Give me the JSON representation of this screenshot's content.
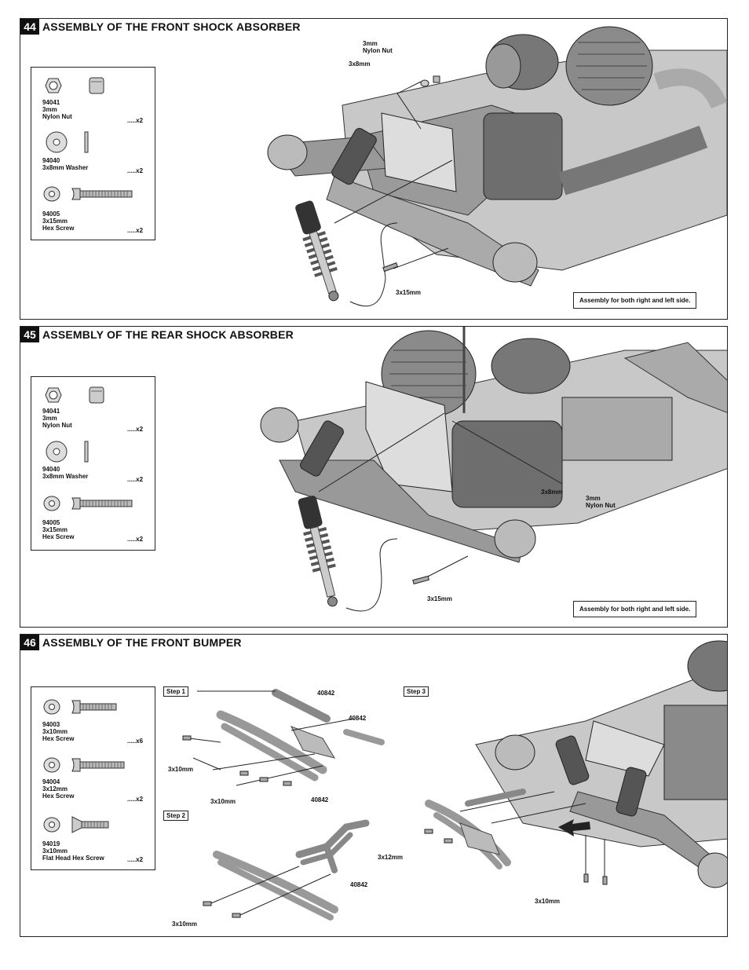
{
  "sections": [
    {
      "number": "44",
      "title": "ASSEMBLY OF THE FRONT SHOCK ABSORBER",
      "parts": [
        {
          "code": "94041",
          "name1": "3mm",
          "name2": "Nylon Nut",
          "qty": ".....x2"
        },
        {
          "code": "94040",
          "name1": "3x8mm Washer",
          "name2": "",
          "qty": ".....x2"
        },
        {
          "code": "94005",
          "name1": "3x15mm",
          "name2": "Hex Screw",
          "qty": ".....x2"
        }
      ],
      "labels": {
        "nut_l1": "3mm",
        "nut_l2": "Nylon Nut",
        "washer": "3x8mm",
        "screw": "3x15mm"
      },
      "note": "Assembly for both right and left side."
    },
    {
      "number": "45",
      "title": "ASSEMBLY OF THE REAR SHOCK ABSORBER",
      "parts": [
        {
          "code": "94041",
          "name1": "3mm",
          "name2": "Nylon Nut",
          "qty": ".....x2"
        },
        {
          "code": "94040",
          "name1": "3x8mm Washer",
          "name2": "",
          "qty": ".....x2"
        },
        {
          "code": "94005",
          "name1": "3x15mm",
          "name2": "Hex Screw",
          "qty": ".....x2"
        }
      ],
      "labels": {
        "nut_l1": "3mm",
        "nut_l2": "Nylon Nut",
        "washer": "3x8mm",
        "screw": "3x15mm"
      },
      "note": "Assembly for both right and left side."
    },
    {
      "number": "46",
      "title": "ASSEMBLY OF THE FRONT BUMPER",
      "parts": [
        {
          "code": "94003",
          "name1": "3x10mm",
          "name2": "Hex Screw",
          "qty": ".....x6"
        },
        {
          "code": "94004",
          "name1": "3x12mm",
          "name2": "Hex Screw",
          "qty": ".....x2"
        },
        {
          "code": "94019",
          "name1": "3x10mm",
          "name2": "Flat Head Hex Screw",
          "qty": ".....x2"
        }
      ],
      "steps": {
        "step1": "Step 1",
        "step2": "Step 2",
        "step3": "Step 3"
      },
      "labels": {
        "part_a": "40842",
        "part_b": "40842",
        "part_c": "40842",
        "part_d": "40842",
        "s1_screw_a": "3x10mm",
        "s1_screw_b": "3x10mm",
        "s2_screw": "3x10mm",
        "s3_screw_a": "3x12mm",
        "s3_screw_b": "3x10mm"
      }
    }
  ]
}
